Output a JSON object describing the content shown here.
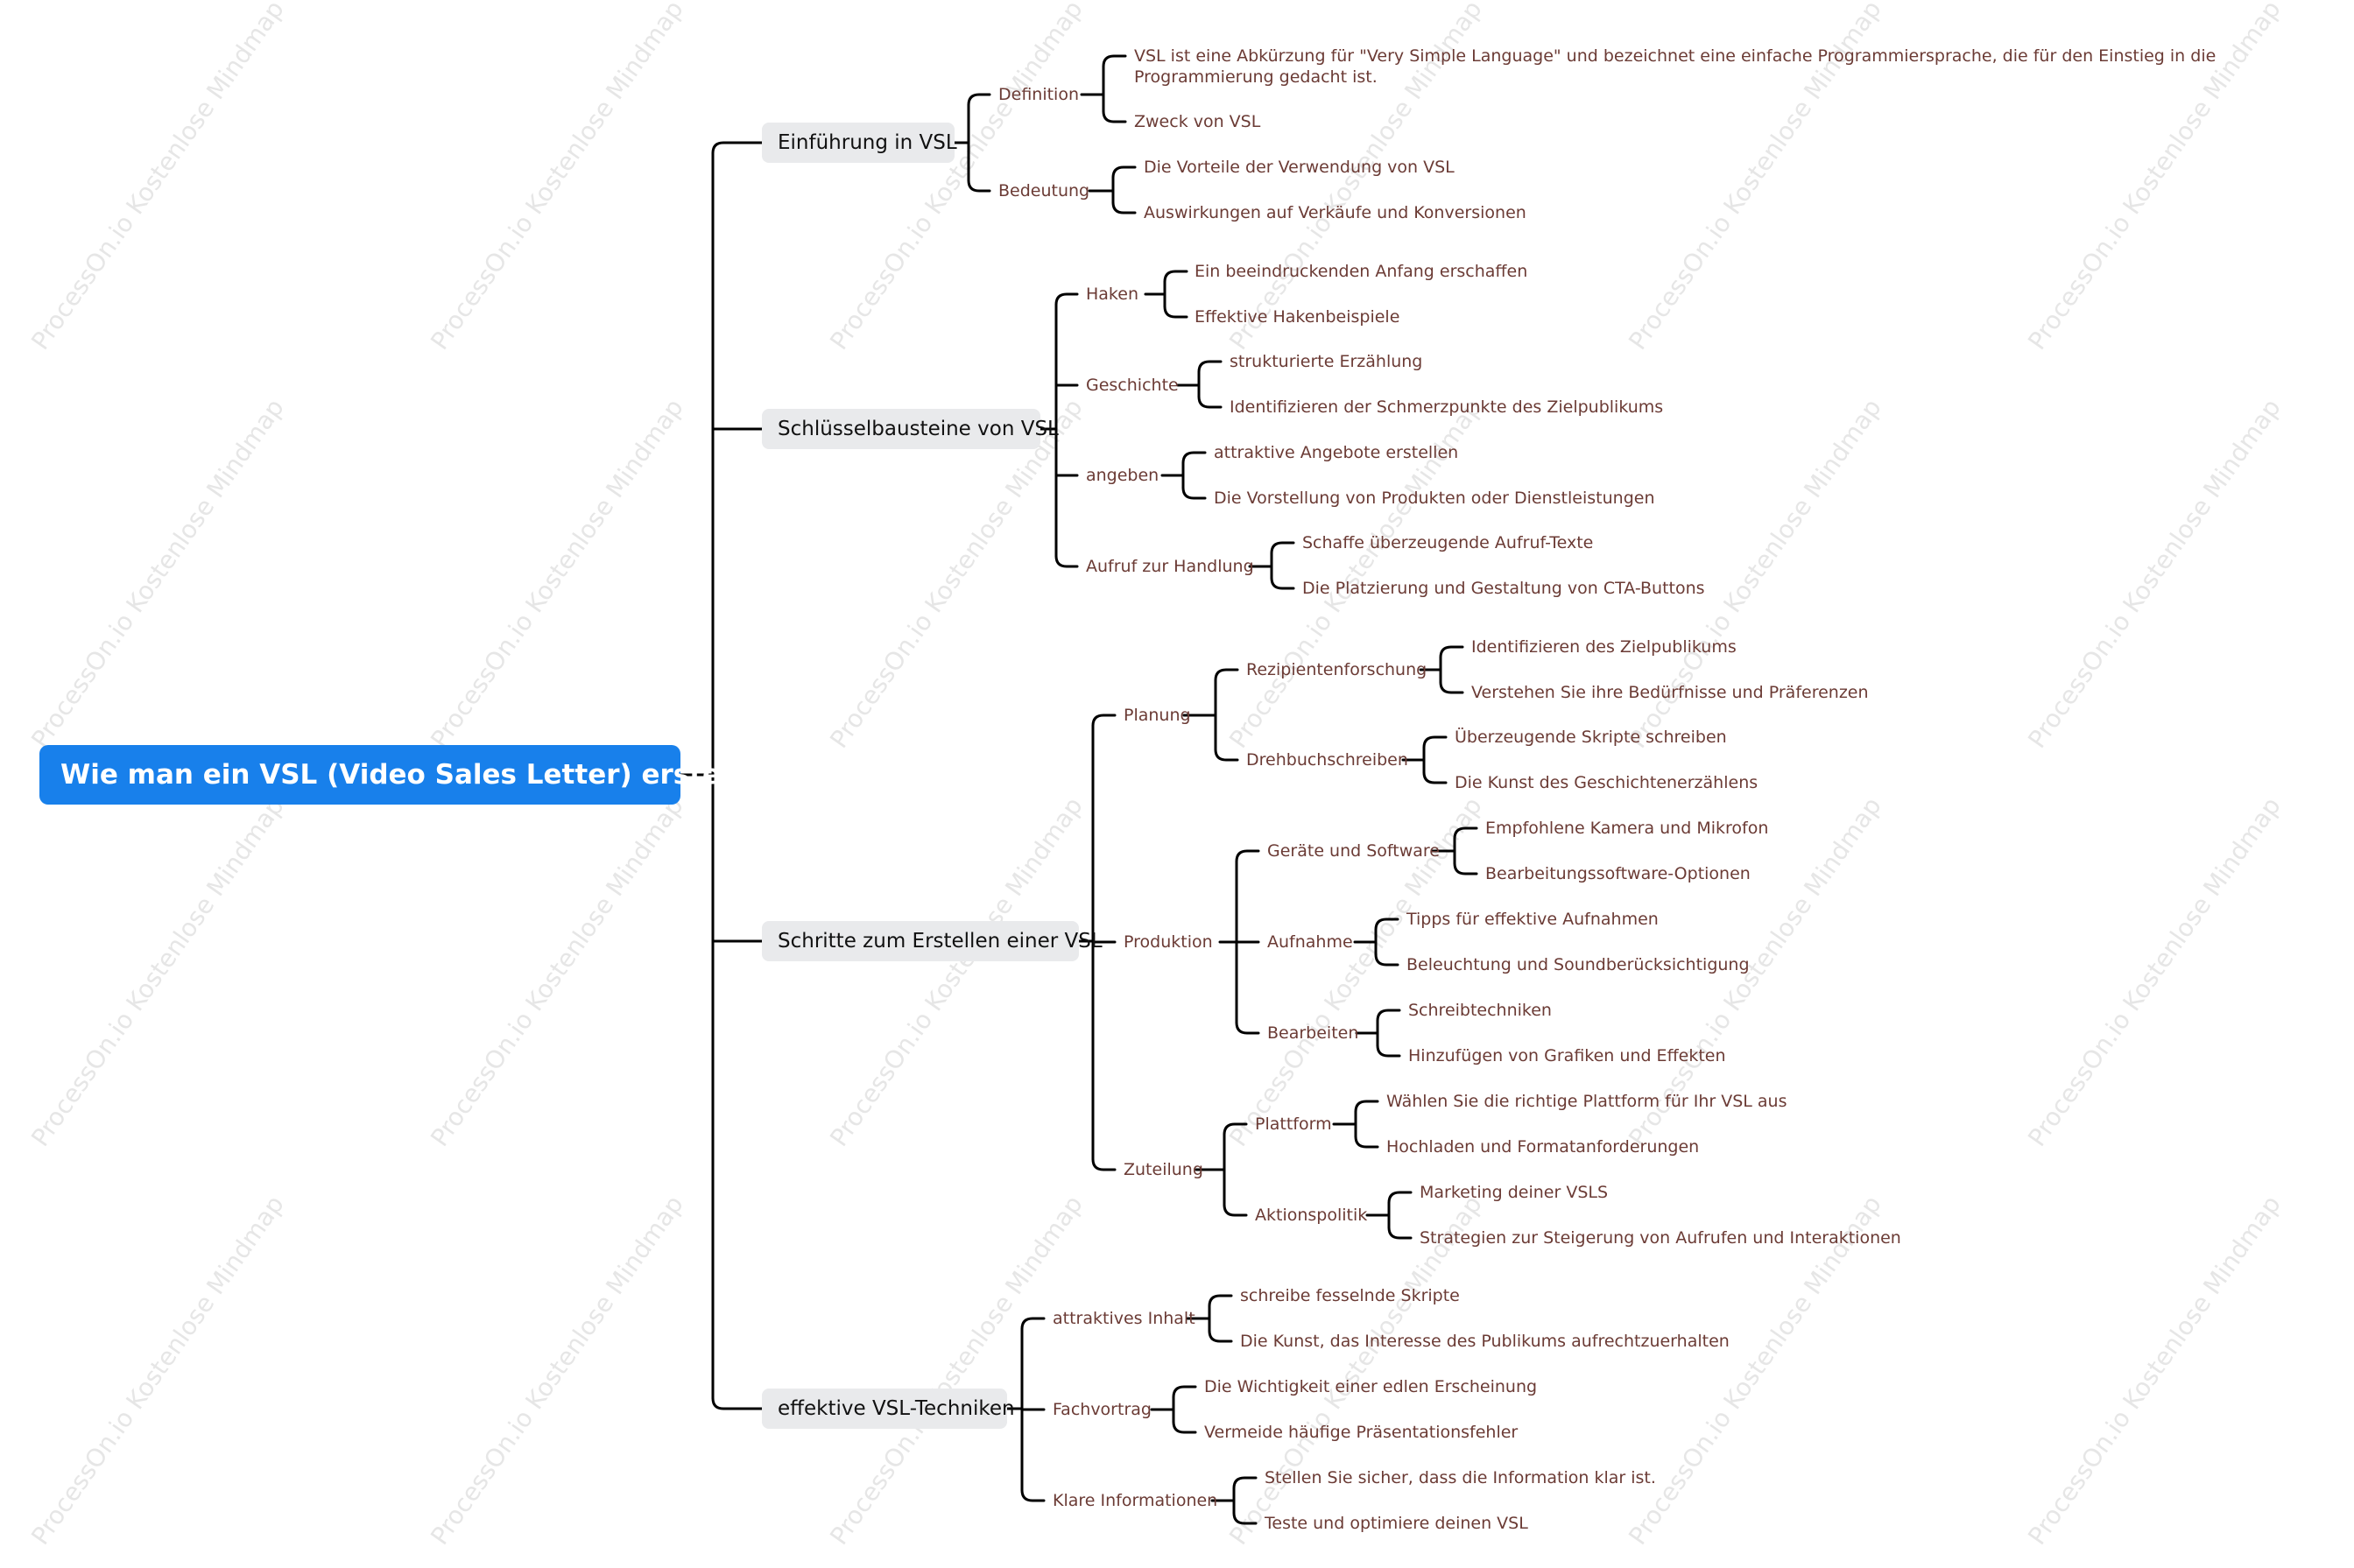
{
  "root": {
    "label": "Wie man ein VSL (Video Sales Letter) erstellt"
  },
  "watermark": {
    "text": "ProcessOn.io Kostenlose Mindmap"
  },
  "colors": {
    "root_fill": "#1880eb",
    "branch_fill": "#e9eaec",
    "connector": "#000000",
    "sub_text": "#6b3b35"
  },
  "branches": [
    {
      "label": "Einführung in VSL",
      "children": [
        {
          "label": "Definition",
          "children": [
            "VSL ist eine Abkürzung für \"Very Simple Language\" und bezeichnet eine einfache Programmiersprache, die für den Einstieg in die Programmierung gedacht ist.",
            "Zweck von VSL"
          ]
        },
        {
          "label": "Bedeutung",
          "children": [
            "Die Vorteile der Verwendung von VSL",
            "Auswirkungen auf Verkäufe und Konversionen"
          ]
        }
      ]
    },
    {
      "label": "Schlüsselbausteine von VSL",
      "children": [
        {
          "label": "Haken",
          "children": [
            "Ein beeindruckenden Anfang erschaffen",
            "Effektive Hakenbeispiele"
          ]
        },
        {
          "label": "Geschichte",
          "children": [
            "strukturierte Erzählung",
            "Identifizieren der Schmerzpunkte des Zielpublikums"
          ]
        },
        {
          "label": "angeben",
          "children": [
            "attraktive Angebote erstellen",
            "Die Vorstellung von Produkten oder Dienstleistungen"
          ]
        },
        {
          "label": "Aufruf zur Handlung",
          "children": [
            "Schaffe überzeugende Aufruf-Texte",
            "Die Platzierung und Gestaltung von CTA-Buttons"
          ]
        }
      ]
    },
    {
      "label": "Schritte zum Erstellen einer VSL",
      "children": [
        {
          "label": "Planung",
          "children": [
            {
              "label": "Rezipientenforschung",
              "children": [
                "Identifizieren des Zielpublikums",
                "Verstehen Sie ihre Bedürfnisse und Präferenzen"
              ]
            },
            {
              "label": "Drehbuchschreiben",
              "children": [
                "Überzeugende Skripte schreiben",
                "Die Kunst des Geschichtenerzählens"
              ]
            }
          ]
        },
        {
          "label": "Produktion",
          "children": [
            {
              "label": "Geräte und Software",
              "children": [
                "Empfohlene Kamera und Mikrofon",
                "Bearbeitungssoftware-Optionen"
              ]
            },
            {
              "label": "Aufnahme",
              "children": [
                "Tipps für effektive Aufnahmen",
                "Beleuchtung und Soundberücksichtigung"
              ]
            },
            {
              "label": "Bearbeiten",
              "children": [
                "Schreibtechniken",
                "Hinzufügen von Grafiken und Effekten"
              ]
            }
          ]
        },
        {
          "label": "Zuteilung",
          "children": [
            {
              "label": "Plattform",
              "children": [
                "Wählen Sie die richtige Plattform für Ihr VSL aus",
                "Hochladen und Formatanforderungen"
              ]
            },
            {
              "label": "Aktionspolitik",
              "children": [
                "Marketing deiner VSLS",
                "Strategien zur Steigerung von Aufrufen und Interaktionen"
              ]
            }
          ]
        }
      ]
    },
    {
      "label": "effektive VSL-Techniken",
      "children": [
        {
          "label": "attraktives Inhalt",
          "children": [
            "schreibe fesselnde Skripte",
            "Die Kunst, das Interesse des Publikums aufrechtzuerhalten"
          ]
        },
        {
          "label": "Fachvortrag",
          "children": [
            "Die Wichtigkeit einer edlen Erscheinung",
            "Vermeide häufige Präsentationsfehler"
          ]
        },
        {
          "label": "Klare Informationen",
          "children": [
            "Stellen Sie sicher, dass die Information klar ist.",
            "Teste und optimiere deinen VSL"
          ]
        }
      ]
    }
  ]
}
